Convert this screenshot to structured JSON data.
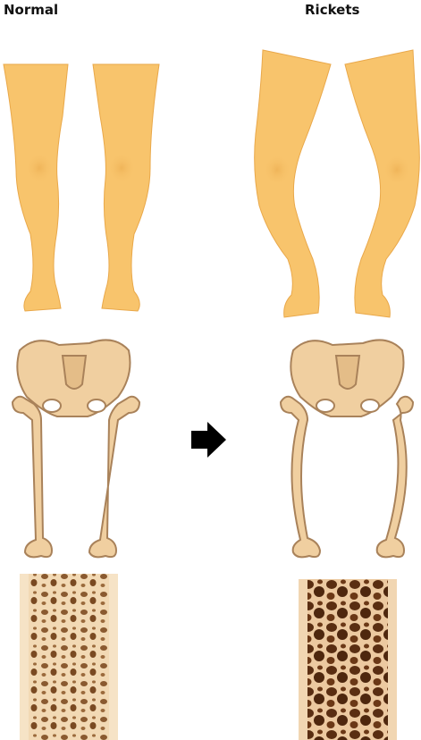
{
  "labels": {
    "normal": "Normal",
    "rickets": "Rickets"
  },
  "panels": [
    {
      "id": "legs",
      "normal": "straight-legs",
      "rickets": "bowed-legs"
    },
    {
      "id": "skeleton",
      "normal": "straight-femurs",
      "rickets": "bowed-femurs"
    },
    {
      "id": "bone-section",
      "normal": "dense-trabecular-bone",
      "rickets": "porous-trabecular-bone"
    }
  ],
  "colors": {
    "skin": "#f8c46c",
    "skin_shadow": "#e9a84a",
    "bone": "#f0cfa0",
    "bone_outline": "#a9825a",
    "bone_marrow": "#7a4a22",
    "arrow": "#000000"
  },
  "icons": {
    "transition": "right-arrow-icon"
  }
}
